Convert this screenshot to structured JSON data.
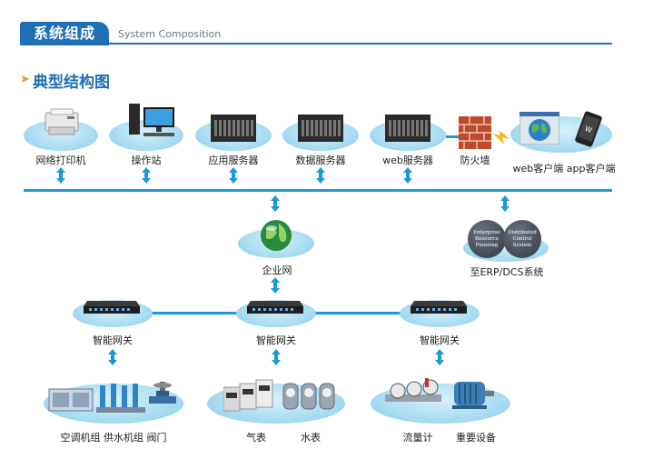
{
  "header": {
    "title": "系统组成",
    "subtitle": "System Composition"
  },
  "section": {
    "title": "典型结构图"
  },
  "top_row": {
    "items": [
      {
        "label": "网络打印机",
        "icon": "printer-icon"
      },
      {
        "label": "操作站",
        "icon": "workstation-icon"
      },
      {
        "label": "应用服务器",
        "icon": "server-icon"
      },
      {
        "label": "数据服务器",
        "icon": "server-icon"
      },
      {
        "label": "web服务器",
        "icon": "server-icon"
      },
      {
        "label": "防火墙",
        "icon": "firewall-icon"
      },
      {
        "label": "web客户端 app客户端",
        "icon": "client-icon"
      }
    ]
  },
  "enterprise": {
    "label": "企业网"
  },
  "erp": {
    "label": "至ERP/DCS系统",
    "bubble_left": "Enterprise Resource Planning",
    "bubble_right": "Distributed Control System"
  },
  "gateways": [
    {
      "label": "智能网关"
    },
    {
      "label": "智能网关"
    },
    {
      "label": "智能网关"
    }
  ],
  "devices": [
    {
      "label": "空调机组  供水机组  阀门"
    },
    {
      "label": "气表",
      "label2": "水表"
    },
    {
      "label": "流量计",
      "label2": "重要设备"
    }
  ],
  "colors": {
    "brand": "#1f6fb5",
    "line": "#1a9ad6",
    "accent": "#e2a32a"
  }
}
